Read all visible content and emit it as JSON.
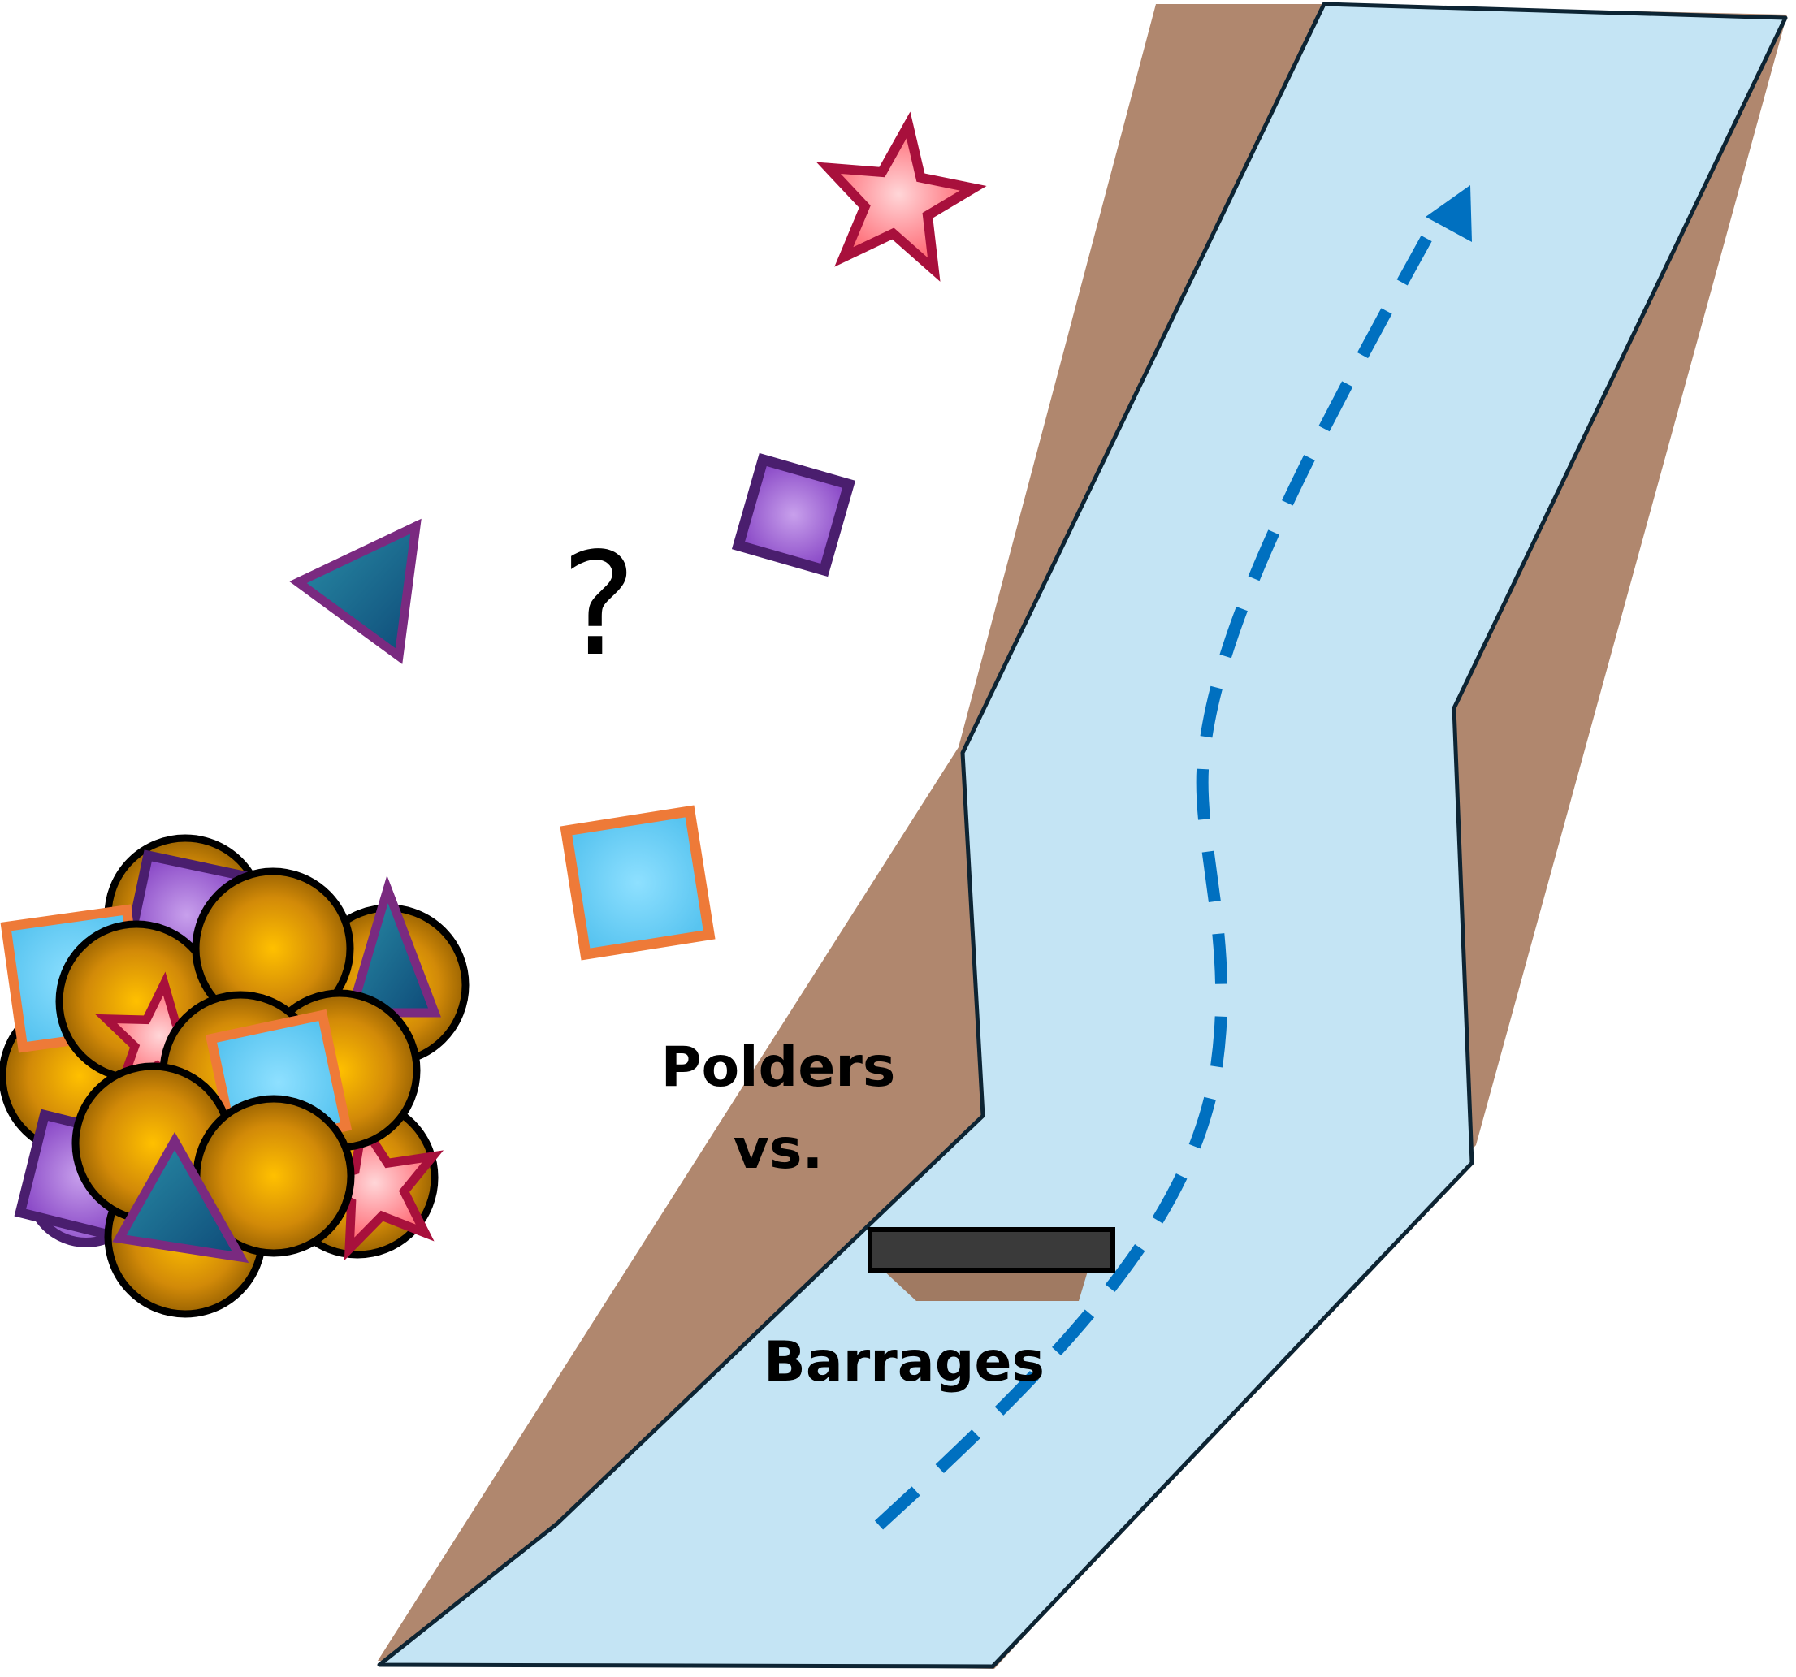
{
  "diagram": {
    "labels": {
      "line1": "Polders",
      "line2": "vs.",
      "barrages": "Barrages",
      "question": "?"
    },
    "icons": {
      "river": "river-channel",
      "bank": "river-bank",
      "flow": "flow-direction-arrow",
      "barrage": "barrage-structure",
      "cluster": "aggregated-particles-cluster",
      "scattered": [
        "star-icon",
        "diamond-icon",
        "triangle-icon",
        "square-icon"
      ]
    },
    "colors": {
      "bank": "#b0876e",
      "water": "#c4e4f4",
      "water_outline": "#0d2433",
      "flow_arrow": "#0070c0",
      "barrage": "#3a3a3a",
      "barrage_base": "#a07a62",
      "sphere": "#d9960a",
      "star_fill": "#ff7a80",
      "star_stroke": "#a8103c",
      "diamond_fill": "#a070d0",
      "diamond_stroke": "#4a1e6e",
      "triangle_fill": "#1e7088",
      "triangle_stroke": "#7a2a80",
      "square_fill": "#78d0f4",
      "square_stroke": "#ee7a38"
    }
  }
}
